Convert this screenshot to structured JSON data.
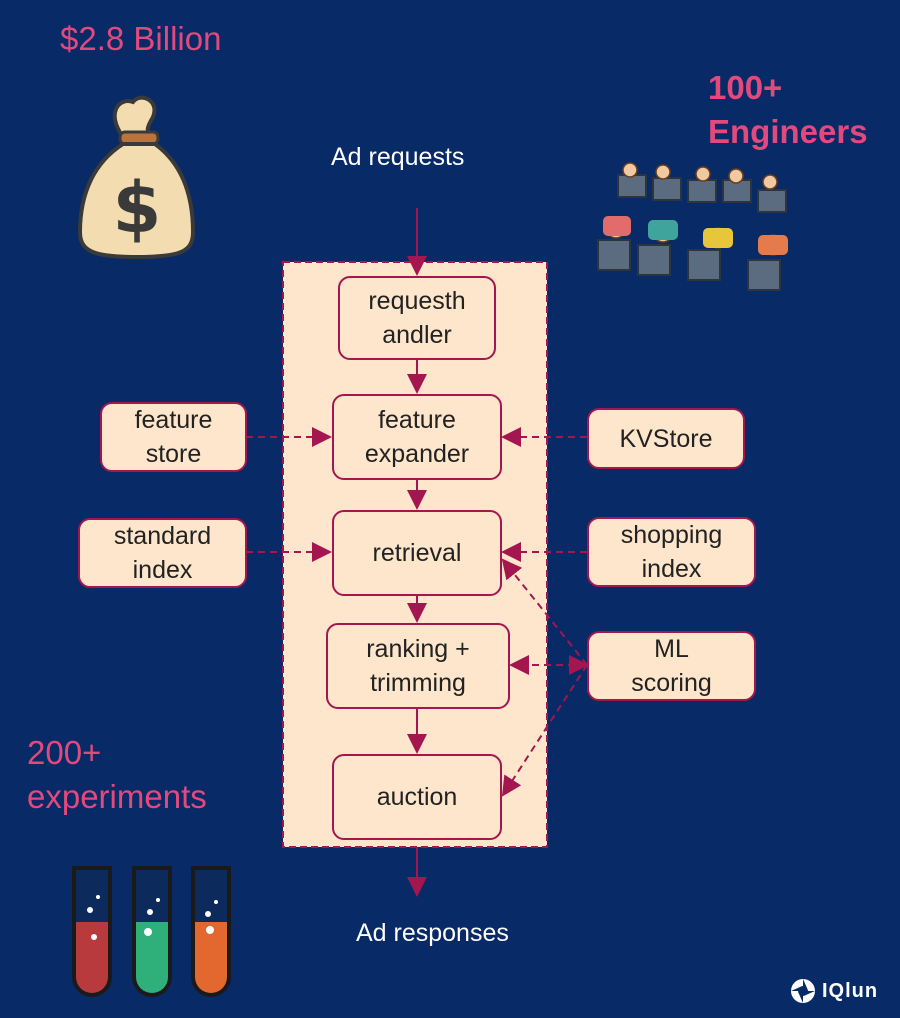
{
  "stats": {
    "revenue": "$2.8 Billion",
    "engineers": "100+\nEngineers",
    "experiments": "200+\nexperiments"
  },
  "flow": {
    "input": "Ad requests",
    "output": "Ad responses"
  },
  "pipeline": [
    "requesth\nandler",
    "feature\nexpander",
    "retrieval",
    "ranking +\ntrimming",
    "auction"
  ],
  "sources": {
    "feature_store": "feature\nstore",
    "kvstore": "KVStore",
    "standard_index": "standard\nindex",
    "shopping_index": "shopping\nindex",
    "ml_scoring": "ML\nscoring"
  },
  "watermark": "IQlun",
  "colors": {
    "background": "#082a66",
    "accent": "#e2497d",
    "border": "#a3164f",
    "box": "#fde6cb"
  }
}
